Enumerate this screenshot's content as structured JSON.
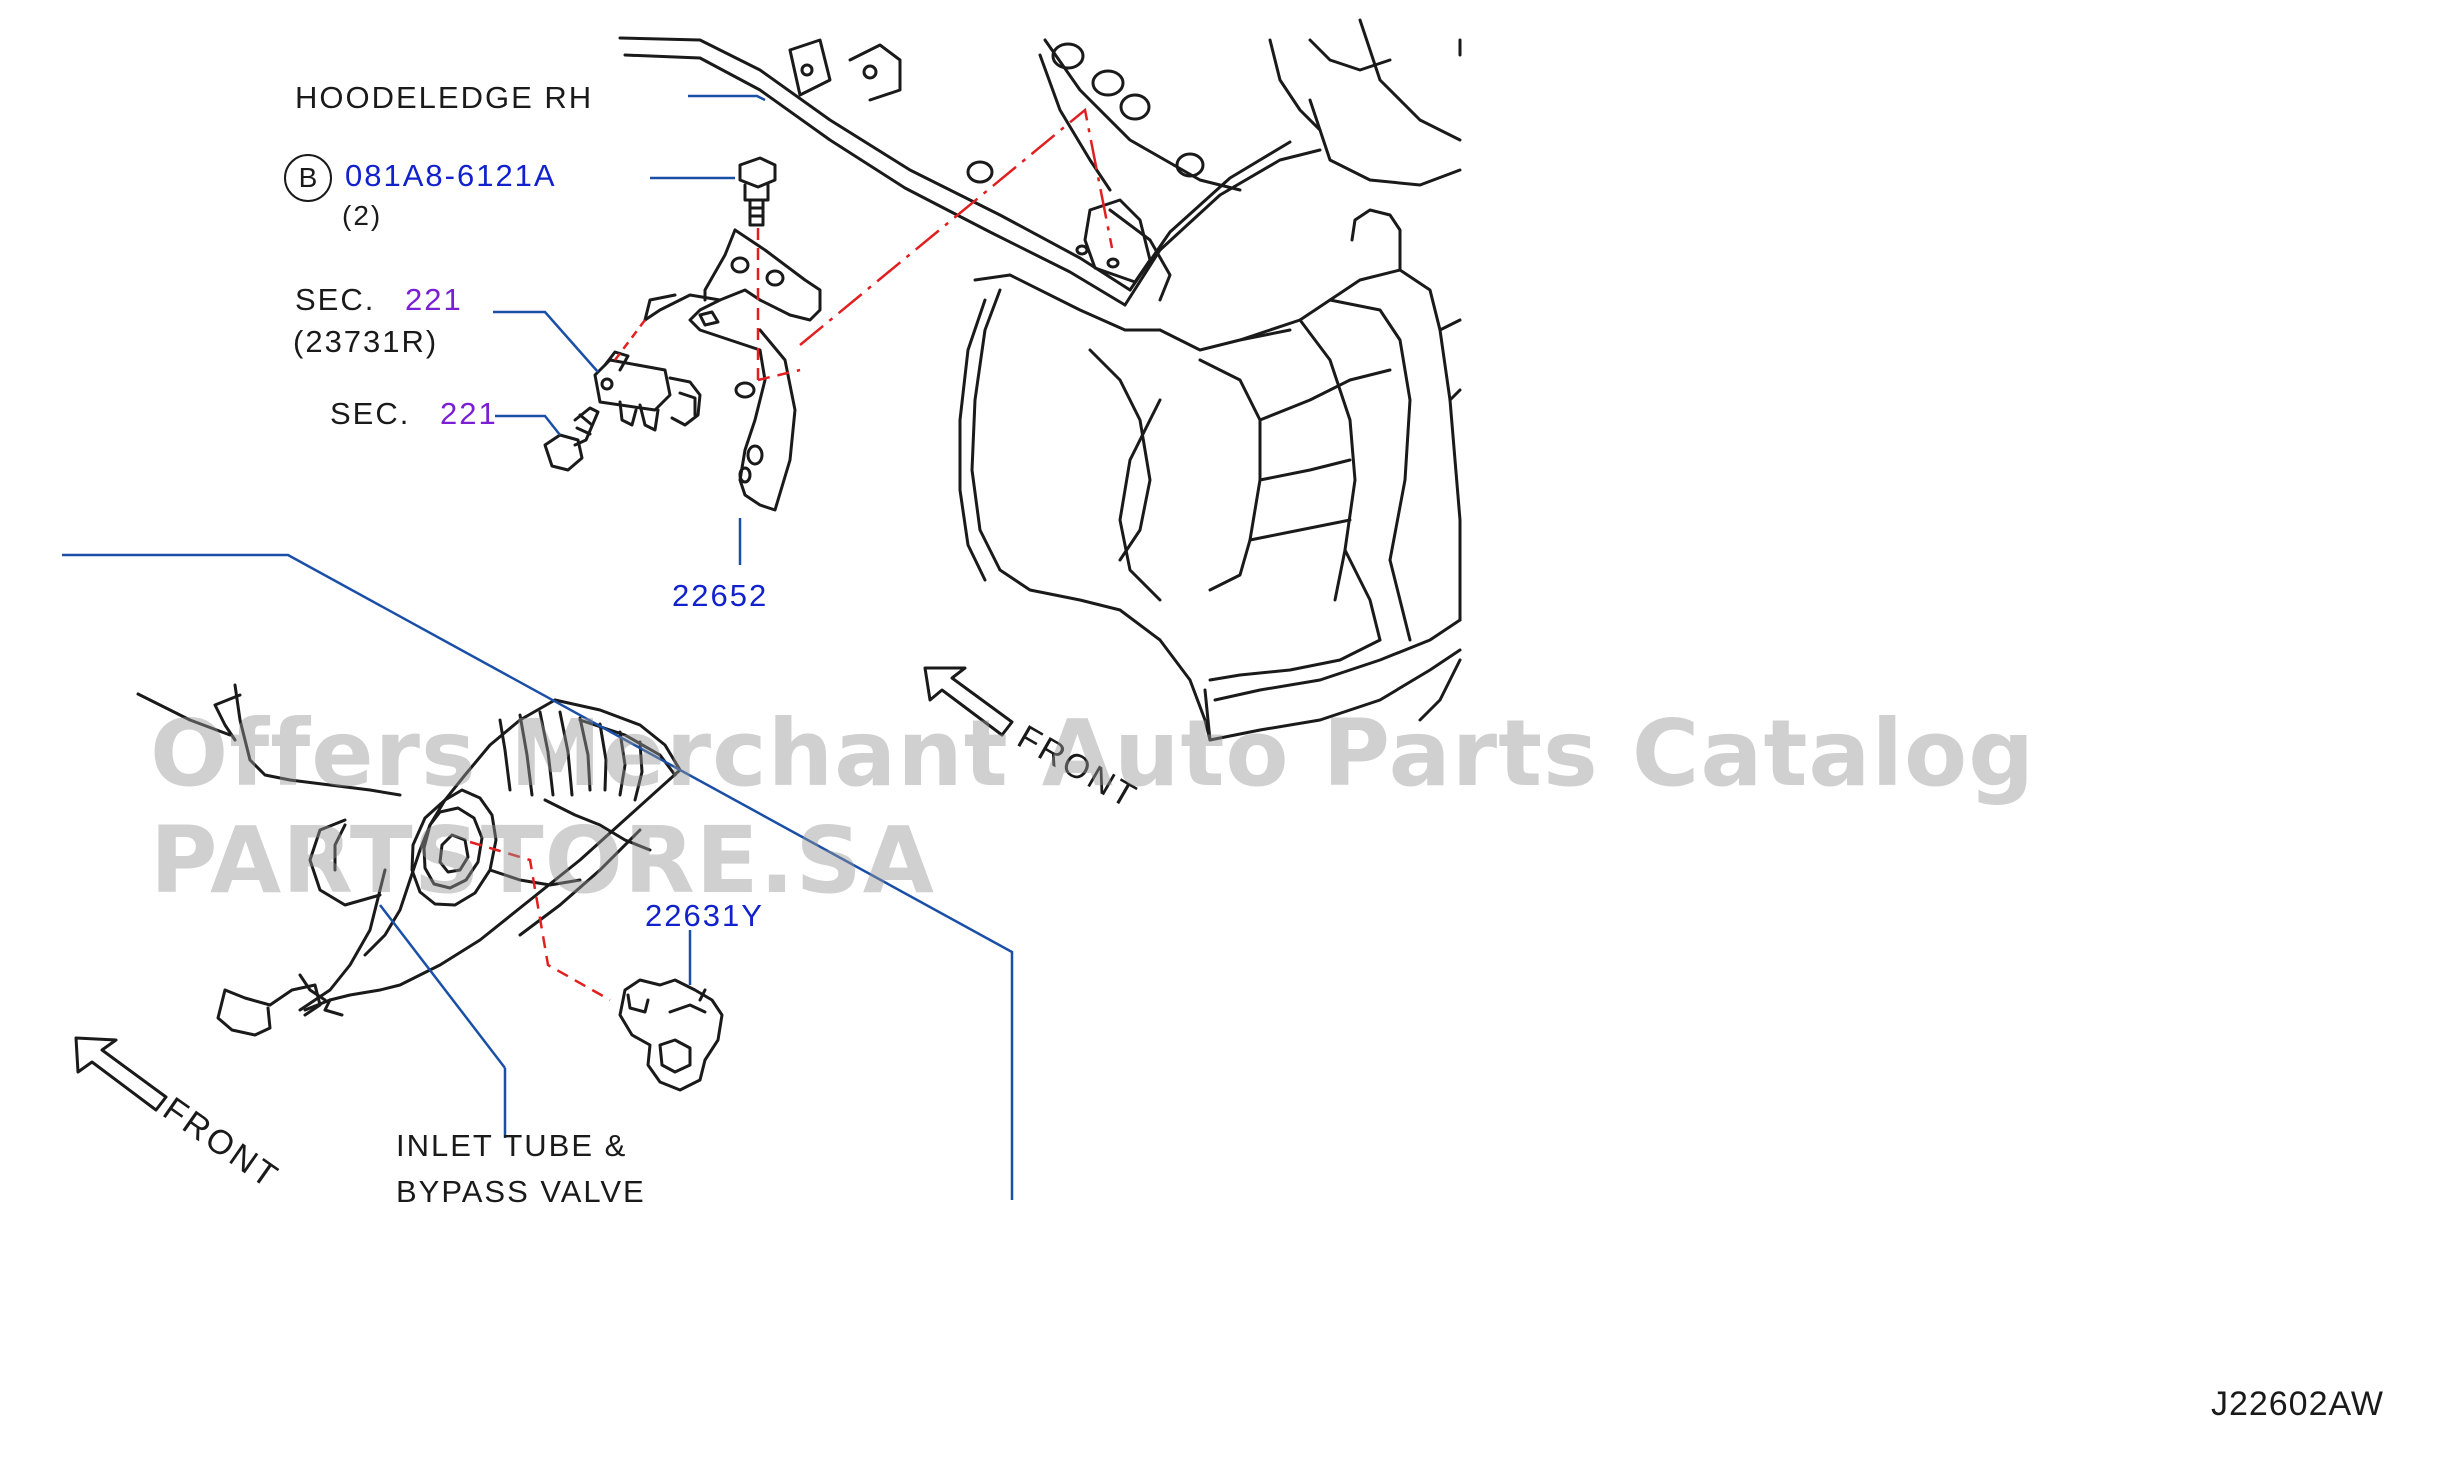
{
  "labels": {
    "hoodledge": "HOODELEDGE  RH",
    "bolt_circle": "B",
    "bolt_part": "081A8-6121A",
    "bolt_qty": "(2)",
    "sec1_prefix": "SEC.",
    "sec1_num": "221",
    "sec1_ref": "(23731R)",
    "sec2_prefix": "SEC.",
    "sec2_num": "221",
    "bracket_part": "22652",
    "sensor_part": "22631Y",
    "inlet_line1": "INLET  TUBE  &",
    "inlet_line2": "BYPASS  VALVE",
    "front_upper": "FRONT",
    "front_lower": "FRONT"
  },
  "watermark": "Offers Merchant Auto Parts Catalog PARTSTORE.SA",
  "diagram_code": "J22602AW",
  "colors": {
    "leader": "#1a4fa8",
    "dash": "#e02020",
    "line": "#1a1a1a",
    "part_number": "#1122cc",
    "section_number": "#7a1fd6"
  }
}
